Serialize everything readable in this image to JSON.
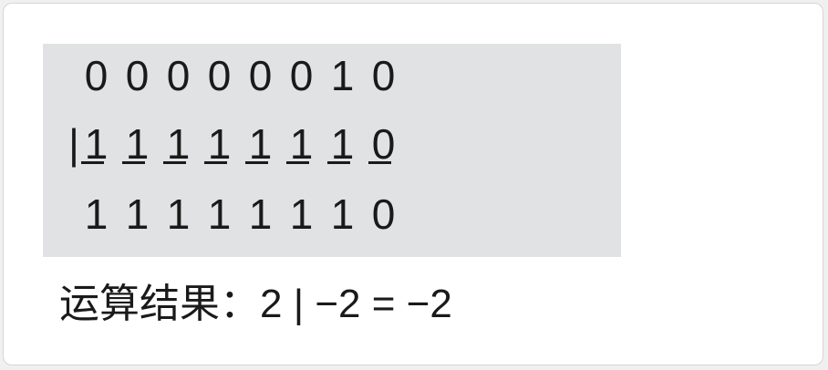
{
  "rows": [
    {
      "operator": "",
      "digits": [
        "0",
        "0",
        "0",
        "0",
        "0",
        "0",
        "1",
        "0"
      ]
    },
    {
      "operator": "|",
      "digits": [
        "1",
        "1",
        "1",
        "1",
        "1",
        "1",
        "1",
        "0"
      ]
    },
    {
      "operator": "",
      "digits": [
        "1",
        "1",
        "1",
        "1",
        "1",
        "1",
        "1",
        "0"
      ]
    }
  ],
  "result": {
    "label": "运算结果：",
    "expression": "2 | −2 = −2"
  },
  "colors": {
    "panel_bg": "#e1e2e4",
    "card_bg": "#ffffff",
    "text": "#1a1a1a"
  }
}
